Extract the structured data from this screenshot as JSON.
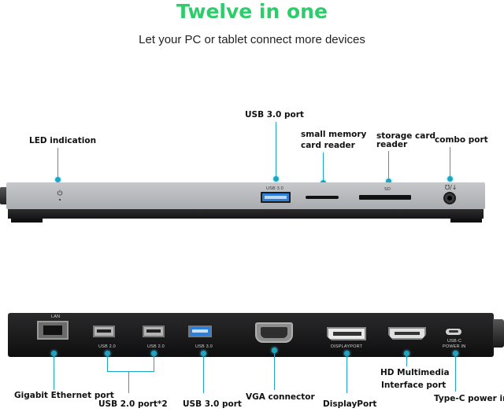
{
  "header": {
    "title": "Twelve in one",
    "subtitle": "Let your PC or tablet connect more devices"
  },
  "top_labels": {
    "led": "LED indication",
    "usb3": "USB 3.0 port",
    "small_card_line1": "small memory",
    "small_card_line2": "card reader",
    "storage_card_line1": "storage card",
    "storage_card_line2": "reader",
    "combo": "combo port"
  },
  "top_port_text": {
    "usb3": "USB 3.0",
    "sd": "SD"
  },
  "bottom_labels": {
    "ethernet": "Gigabit Ethernet port",
    "usb2": "USB 2.0 port*2",
    "usb3": "USB 3.0 port",
    "vga": "VGA connector",
    "dp": "DisplayPort",
    "hdmi_line1": "HD Multimedia",
    "hdmi_line2": "Interface port",
    "typec": "Type-C power in"
  },
  "bottom_port_text": {
    "lan": "LAN",
    "usb2_a": "USB 2.0",
    "usb2_b": "USB 2.0",
    "usb3": "USB 3.0",
    "dp": "DISPLAYPORT",
    "typec_line1": "USB-C",
    "typec_line2": "POWER IN"
  },
  "colors": {
    "title_green": "#2ecc6a",
    "callout_blue": "#1aa7c6",
    "usb3_blue": "#2f7fd6"
  },
  "icons": [
    "power-icon",
    "headset-mic-icon"
  ]
}
